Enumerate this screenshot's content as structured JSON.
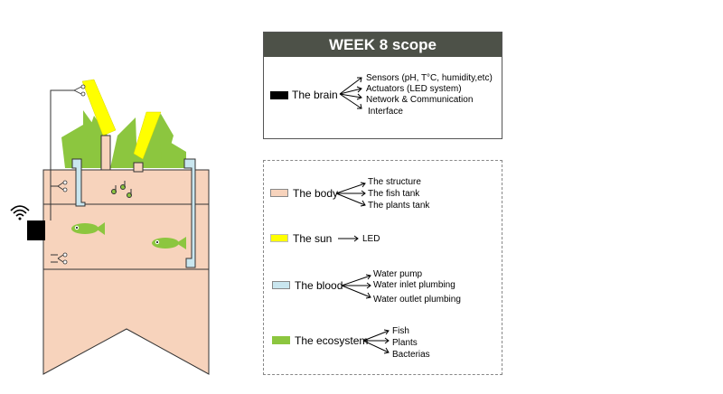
{
  "scope": {
    "title": "WEEK 8 scope",
    "brain": {
      "label": "The brain",
      "color": "#000000",
      "items": [
        "Sensors (pH, T°C, humidity,etc)",
        "Actuators (LED system)",
        "Network & Communication",
        "Interface"
      ]
    }
  },
  "legend": {
    "body": {
      "label": "The body",
      "color": "#f7d3bc",
      "items": [
        "The structure",
        "The fish tank",
        "The plants tank"
      ]
    },
    "sun": {
      "label": "The sun",
      "color": "#ffff00",
      "items": [
        "LED"
      ]
    },
    "blood": {
      "label": "The blood",
      "color": "#c9e6ef",
      "items": [
        "Water pump",
        "Water inlet plumbing",
        "Water outlet plumbing"
      ]
    },
    "ecosystem": {
      "label": "The ecosystem",
      "color": "#8cc63f",
      "items": [
        "Fish",
        "Plants",
        "Bacterias"
      ]
    }
  },
  "colors": {
    "header_bg": "#4d5148",
    "body_fill": "#f7d3bc",
    "plant_green": "#8cc63f",
    "led_yellow": "#ffff00",
    "pipe_blue": "#c9e6ef"
  },
  "icons": [
    "wifi-icon",
    "sensor-icon",
    "fish-icon",
    "bacteria-icon",
    "leaf-icon",
    "led-icon"
  ]
}
